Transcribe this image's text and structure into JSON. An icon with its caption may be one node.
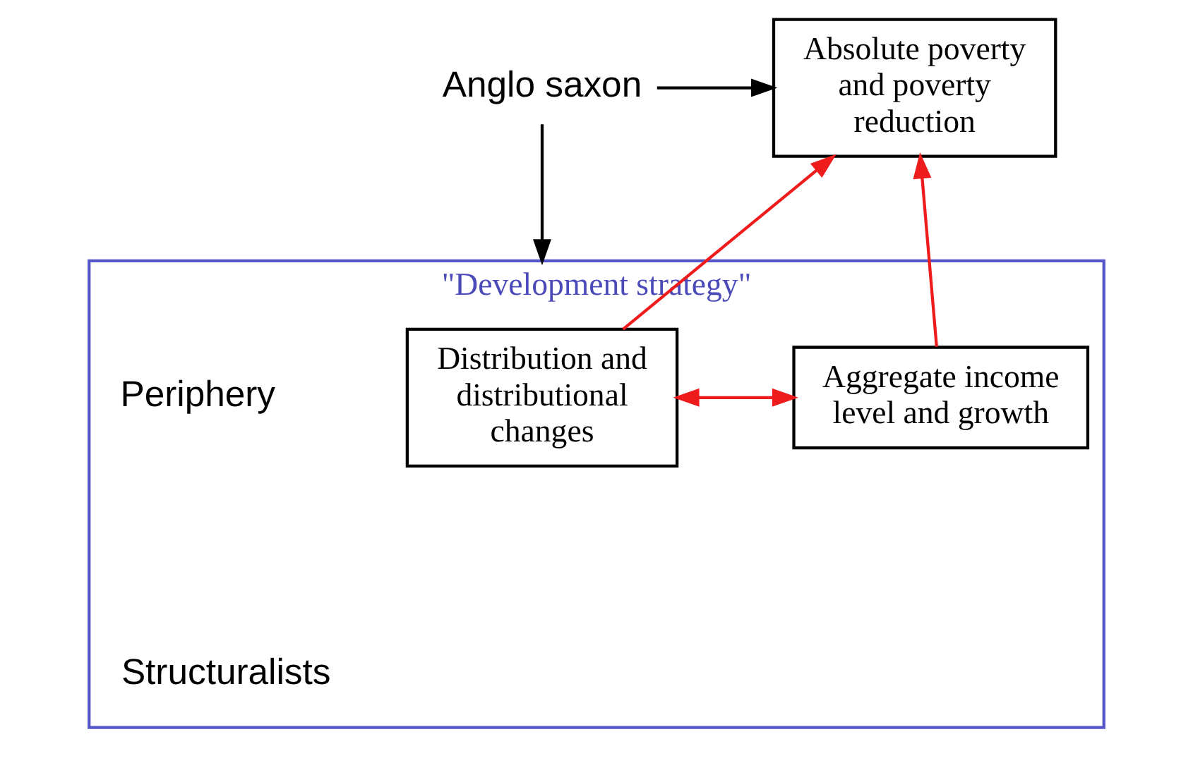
{
  "diagram": {
    "nodes": [
      {
        "text": [
          "Absolute poverty and poverty reduction"
        ]
      },
      {
        "text": [
          "Anglo saxon"
        ]
      },
      {
        "text": [
          "\"Development strategy\""
        ]
      },
      {
        "text": [
          "Distribution and distributional changes"
        ],
        "in": 2
      },
      {
        "text": [
          "Aggregate income level and growth"
        ],
        "in": 2
      }
    ],
    "edges": [
      {
        "from": 3,
        "to": 0,
        "arrow": "to"
      },
      {
        "from": 4,
        "to": 0,
        "arrow": "to"
      },
      {
        "from": 3,
        "to": 4,
        "arrow": "both"
      },
      {
        "from": 1,
        "to": 0,
        "arrow": "to",
        "color": "#000000"
      },
      {
        "from": 1,
        "to": 2,
        "arrow": "to",
        "color": "#000000"
      }
    ],
    "labels": [
      "Periphery",
      "Structuralists"
    ]
  }
}
